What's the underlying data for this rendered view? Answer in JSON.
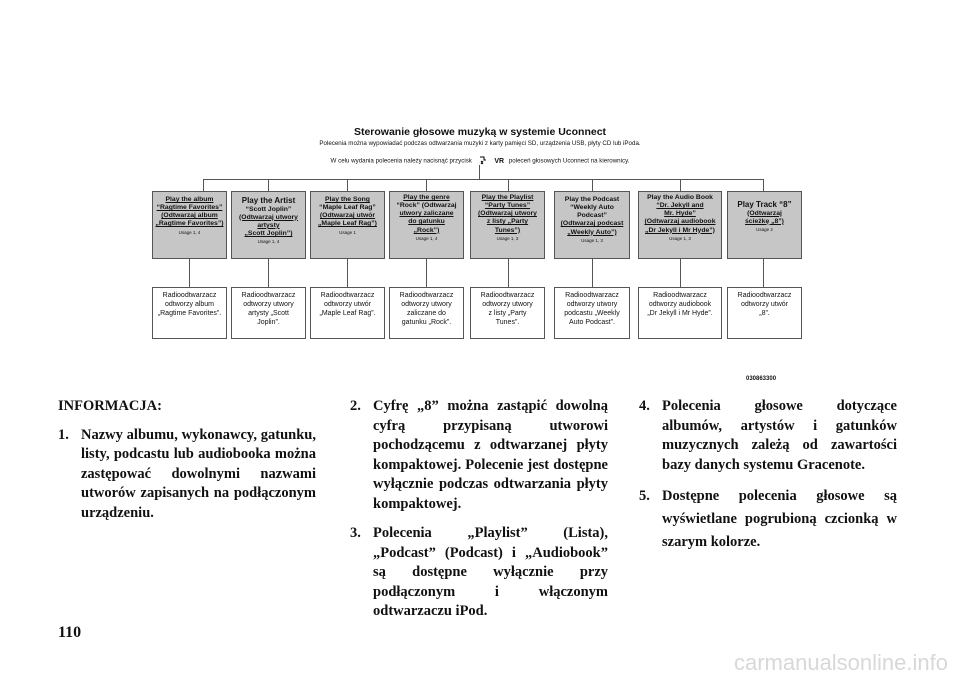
{
  "diagram": {
    "title": "Sterowanie głosowe muzyką w systemie Uconnect",
    "subtitle": "Polecenia można wypowiadać podczas odtwarzania muzyki z karty pamięci SD, urządzenia USB, płyty CD lub iPoda.",
    "instruction_before": "W celu wydania polecenia należy nacisnąć przycisk",
    "vr_label": "VR",
    "instruction_after": "poleceń głosowych Uconnect na kierownicy.",
    "commands": [
      {
        "l1": "Play the album",
        "l2": "“Ragtime Favorites”",
        "l3": "(Odtwarzaj album",
        "l4": "„Ragtime Favorites”)",
        "usage": "Usage 1, 4"
      },
      {
        "l1": "Play the Artist",
        "l2": "“Scott Joplin”",
        "l3": "(Odtwarzaj utwory",
        "l4": "artysty",
        "l5": "„Scott Joplin”)",
        "usage": "Usage 1, 4"
      },
      {
        "l1": "Play the Song",
        "l2": "“Maple Leaf Rag”",
        "l3": "(Odtwarzaj utwór",
        "l4": "„Maple Leaf Rag”)",
        "usage": "Usage 1"
      },
      {
        "l1": "Play the genre",
        "l2": "“Rock” (Odtwarzaj",
        "l3": "utwory zaliczane",
        "l4": "do gatunku",
        "l5": "„Rock”)",
        "usage": "Usage 1, 4"
      },
      {
        "l1": "Play the Playlist",
        "l2": "“Party Tunes”",
        "l3": "(Odtwarzaj utwory",
        "l4": "z listy „Party",
        "l5": "Tunes”)",
        "usage": "Usage 1, 3"
      },
      {
        "l1": "Play the Podcast",
        "l2": "“Weekly Auto",
        "l3": "Podcast”",
        "l4": "(Odtwarzaj podcast",
        "l5": "„Weekly Auto”)",
        "usage": "Usage 1, 3"
      },
      {
        "l1": "Play the Audio Book",
        "l2": "“Dr. Jekyll and",
        "l3": "Mr. Hyde”",
        "l4": "(Odtwarzaj audiobook",
        "l5": "„Dr Jekyll i Mr Hyde”)",
        "usage": "Usage 1, 3"
      },
      {
        "l1": "Play Track “8”",
        "l2": "(Odtwarzaj",
        "l3": "ścieżkę „8”)",
        "usage": "Usage 2"
      }
    ],
    "results": [
      {
        "l1": "Radioodtwarzacz",
        "l2": "odtworzy album",
        "l3": "„Ragtime Favorites”."
      },
      {
        "l1": "Radioodtwarzacz",
        "l2": "odtworzy utwory",
        "l3": "artysty „Scott",
        "l4": "Joplin”."
      },
      {
        "l1": "Radioodtwarzacz",
        "l2": "odtworzy utwór",
        "l3": "„Maple Leaf Rag”."
      },
      {
        "l1": "Radioodtwarzacz",
        "l2": "odtworzy utwory",
        "l3": "zaliczane do",
        "l4": "gatunku „Rock”."
      },
      {
        "l1": "Radioodtwarzacz",
        "l2": "odtworzy utwory",
        "l3": "z listy „Party",
        "l4": "Tunes”."
      },
      {
        "l1": "Radioodtwarzacz",
        "l2": "odtworzy utwory",
        "l3": "podcastu „Weekly",
        "l4": "Auto Podcast”."
      },
      {
        "l1": "Radioodtwarzacz",
        "l2": "odtworzy audiobook",
        "l3": "„Dr Jekyll i Mr Hyde”."
      },
      {
        "l1": "Radioodtwarzacz",
        "l2": "odtworzy utwór",
        "l3": "„8”."
      }
    ],
    "figure_code": "030863300"
  },
  "notes": {
    "heading": "INFORMACJA:",
    "items": [
      {
        "num": "1.",
        "text": "Nazwy albumu, wykonawcy, gatunku, listy, podcastu lub audiobooka można zastępować dowolnymi nazwami utworów zapisanych na podłączonym urządzeniu."
      },
      {
        "num": "2.",
        "text": "Cyfrę „8” można zastąpić dowolną cyfrą przypisaną utworowi pochodzącemu z odtwarzanej płyty kompaktowej. Polecenie jest dostępne wyłącznie podczas odtwarzania płyty kompaktowej."
      },
      {
        "num": "3.",
        "text": "Polecenia „Playlist” (Lista), „Podcast” (Podcast) i „Audiobook” są dostępne wyłącznie przy podłączonym i włączonym odtwarzaczu iPod."
      },
      {
        "num": "4.",
        "text": "Polecenia głosowe dotyczące albumów, artystów i gatunków muzycznych zależą od zawartości bazy danych systemu Gracenote."
      },
      {
        "num": "5.",
        "text": "Dostępne polecenia głosowe są wyświetlane pogrubioną czcionką w szarym kolorze."
      }
    ]
  },
  "page_number": "110",
  "watermark": "carmanualsonline.info"
}
